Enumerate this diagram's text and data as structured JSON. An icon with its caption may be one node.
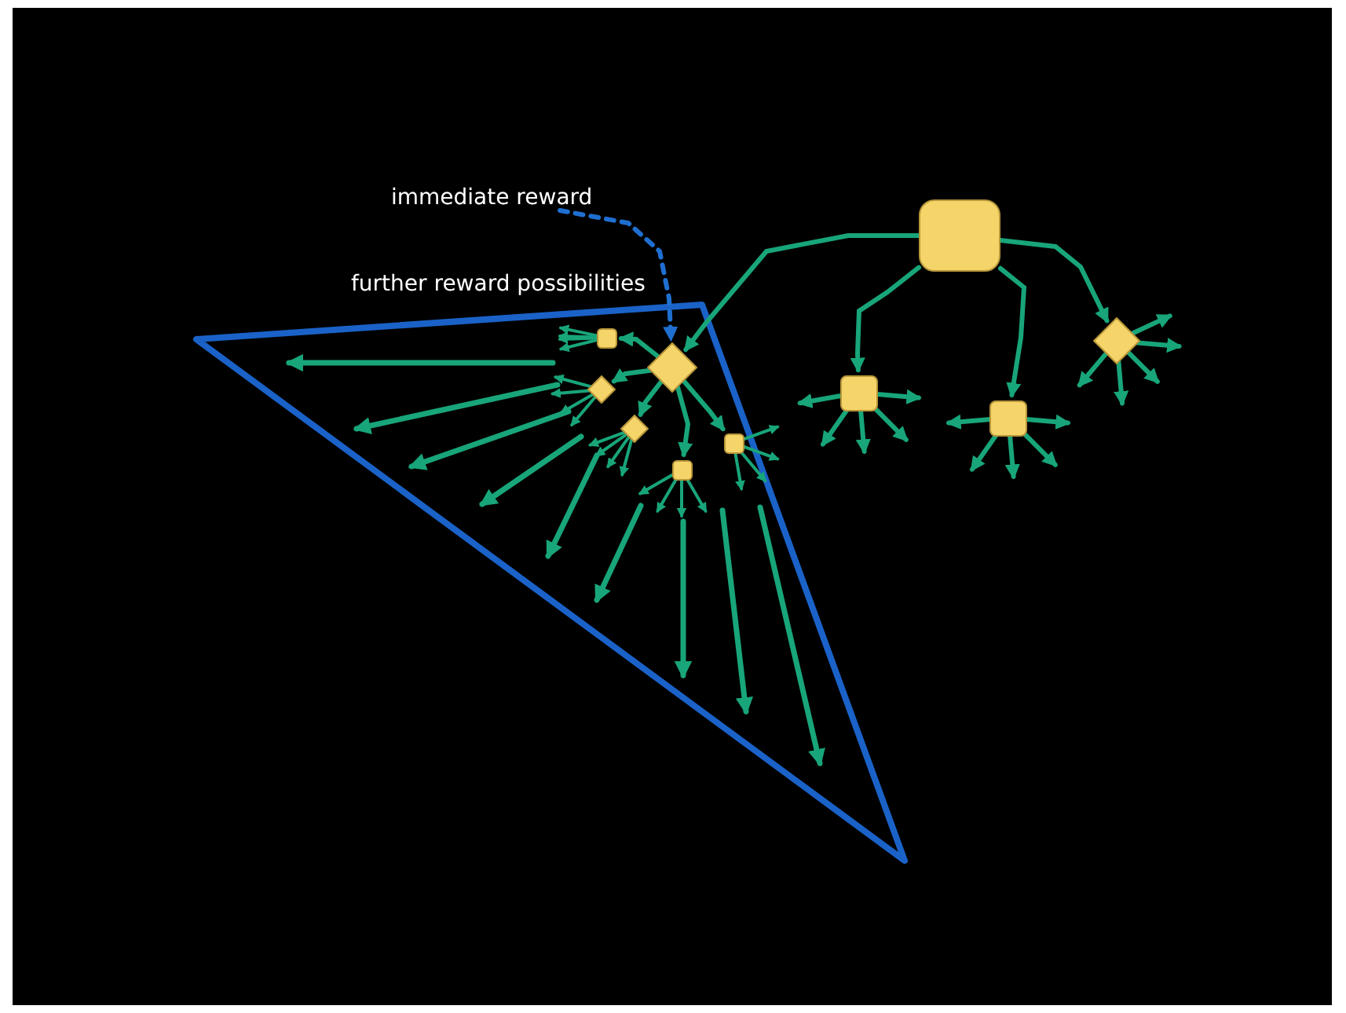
{
  "diagram": {
    "nodes": [
      {
        "text": [
          "immediate reward"
        ]
      },
      {
        "text": [],
        "shape": "box"
      },
      {
        "text": [],
        "shape": "diamond"
      },
      {
        "text": [],
        "shape": "box"
      },
      {
        "text": [],
        "shape": "box"
      },
      {
        "text": [],
        "shape": "diamond"
      },
      {
        "text": [],
        "shape": "box"
      },
      {
        "text": [],
        "shape": "diamond"
      },
      {
        "text": [],
        "shape": "diamond"
      },
      {
        "text": [],
        "shape": "box"
      },
      {
        "text": [],
        "shape": "box"
      }
    ],
    "edges": [
      {
        "from": 0,
        "to": 2,
        "arrow": "to",
        "style": "dashed",
        "color": "#1f6fd0"
      },
      {
        "from": 1,
        "to": 2,
        "arrow": "to"
      },
      {
        "from": 1,
        "to": 3,
        "arrow": "to"
      },
      {
        "from": 1,
        "to": 4,
        "arrow": "to"
      },
      {
        "from": 1,
        "to": 5,
        "arrow": "to"
      },
      {
        "from": 2,
        "to": 6,
        "arrow": "to"
      },
      {
        "from": 2,
        "to": 7,
        "arrow": "to"
      },
      {
        "from": 2,
        "to": 8,
        "arrow": "to"
      },
      {
        "from": 2,
        "to": 9,
        "arrow": "to"
      },
      {
        "from": 2,
        "to": 10,
        "arrow": "to"
      },
      {
        "from": 3,
        "to": null,
        "arrow": "to"
      },
      {
        "from": 3,
        "to": null,
        "arrow": "to"
      },
      {
        "from": 3,
        "to": null,
        "arrow": "to"
      },
      {
        "from": 3,
        "to": null,
        "arrow": "to"
      },
      {
        "from": 3,
        "to": null,
        "arrow": "to"
      },
      {
        "from": 4,
        "to": null,
        "arrow": "to"
      },
      {
        "from": 4,
        "to": null,
        "arrow": "to"
      },
      {
        "from": 4,
        "to": null,
        "arrow": "to"
      },
      {
        "from": 4,
        "to": null,
        "arrow": "to"
      },
      {
        "from": 4,
        "to": null,
        "arrow": "to"
      },
      {
        "from": 5,
        "to": null,
        "arrow": "to"
      },
      {
        "from": 5,
        "to": null,
        "arrow": "to"
      },
      {
        "from": 5,
        "to": null,
        "arrow": "to"
      },
      {
        "from": 5,
        "to": null,
        "arrow": "to"
      },
      {
        "from": 5,
        "to": null,
        "arrow": "to"
      },
      {
        "from": 6,
        "to": null,
        "arrow": "to"
      },
      {
        "from": 6,
        "to": null,
        "arrow": "to"
      },
      {
        "from": 6,
        "to": null,
        "arrow": "to"
      },
      {
        "from": 6,
        "to": null,
        "arrow": "to"
      },
      {
        "from": 7,
        "to": null,
        "arrow": "to"
      },
      {
        "from": 7,
        "to": null,
        "arrow": "to"
      },
      {
        "from": 7,
        "to": null,
        "arrow": "to"
      },
      {
        "from": 7,
        "to": null,
        "arrow": "to"
      },
      {
        "from": 8,
        "to": null,
        "arrow": "to"
      },
      {
        "from": 8,
        "to": null,
        "arrow": "to"
      },
      {
        "from": 8,
        "to": null,
        "arrow": "to"
      },
      {
        "from": 8,
        "to": null,
        "arrow": "to"
      },
      {
        "from": 9,
        "to": null,
        "arrow": "to"
      },
      {
        "from": 9,
        "to": null,
        "arrow": "to"
      },
      {
        "from": 9,
        "to": null,
        "arrow": "to"
      },
      {
        "from": 9,
        "to": null,
        "arrow": "to"
      },
      {
        "from": 10,
        "to": null,
        "arrow": "to"
      },
      {
        "from": 10,
        "to": null,
        "arrow": "to"
      },
      {
        "from": 10,
        "to": null,
        "arrow": "to"
      },
      {
        "from": 10,
        "to": null,
        "arrow": "to"
      }
    ],
    "labels": [
      "further reward possibilities"
    ]
  }
}
